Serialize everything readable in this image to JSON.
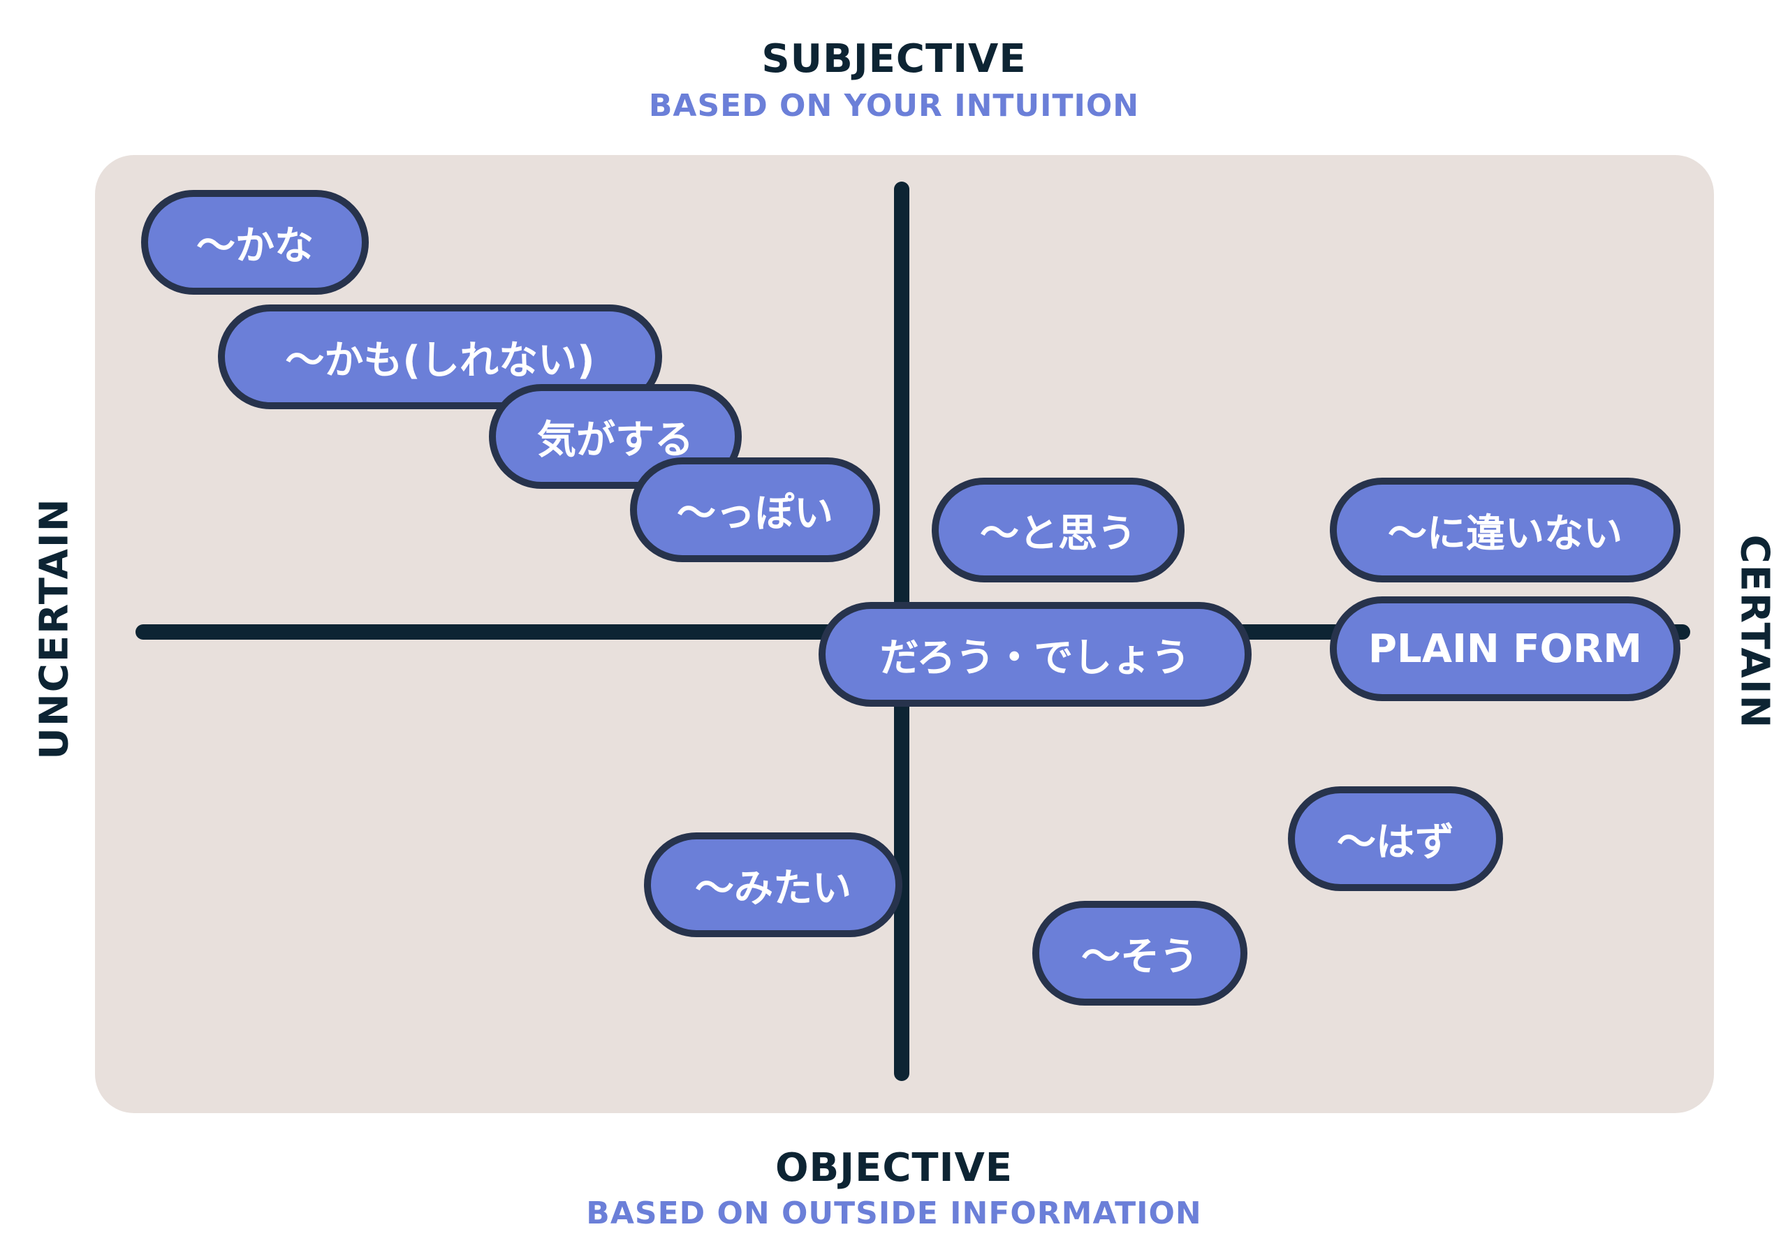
{
  "axes": {
    "top": {
      "title": "SUBJECTIVE",
      "subtitle": "BASED ON YOUR INTUITION"
    },
    "bottom": {
      "title": "OBJECTIVE",
      "subtitle": "BASED ON OUTSIDE INFORMATION"
    },
    "left": {
      "label": "UNCERTAIN"
    },
    "right": {
      "label": "CERTAIN"
    }
  },
  "colors": {
    "panel": "#e8e0dc",
    "pill_fill": "#6b7fd8",
    "pill_border": "#27334c",
    "axis": "#0d2433",
    "subtitle": "#6b7fd8"
  },
  "expressions": {
    "kana": "〜かな",
    "kamo": "〜かも(しれない)",
    "kigasuru": "気がする",
    "ppoi": "〜っぽい",
    "toomou": "〜と思う",
    "nichigainai": "〜に違いない",
    "darou": "だろう・でしょう",
    "plainform": "PLAIN FORM",
    "hazu": "〜はず",
    "mitai": "〜みたい",
    "sou": "〜そう"
  }
}
